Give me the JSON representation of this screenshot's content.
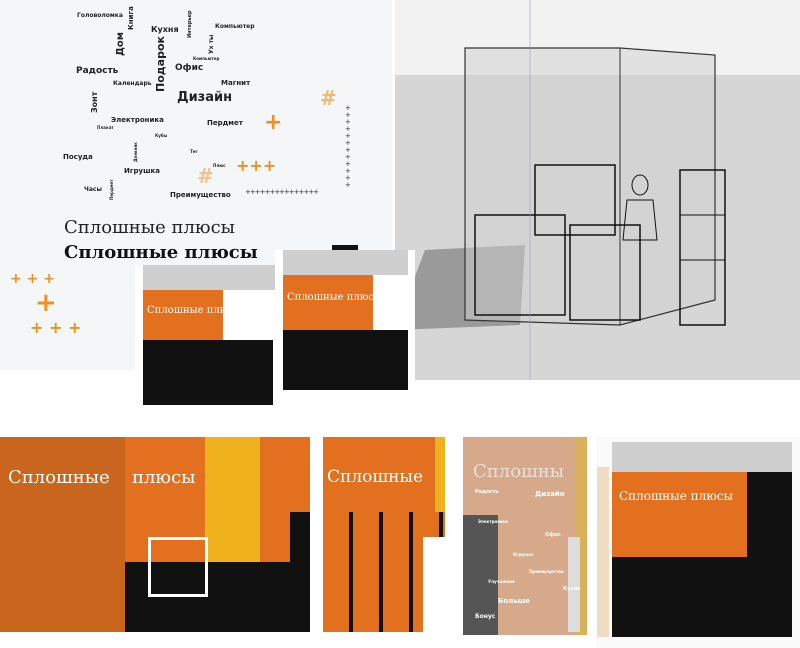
{
  "words": [
    "Головоломка",
    "Книга",
    "Кухня",
    "Интерьер",
    "Компьютер",
    "Ух ты",
    "Дом",
    "Подарок",
    "Компьютер",
    "Офис",
    "Радость",
    "Календарь",
    "Магнит",
    "Дизайн",
    "Зонт",
    "Электроника",
    "Плакат",
    "Пердмет",
    "Кубы",
    "Тег",
    "Посуда",
    "Дневник",
    "Игрушка",
    "Плюс",
    "Часы",
    "Пердмет",
    "Преимущество"
  ],
  "slogan_light": "Сплошные плюсы",
  "slogan_bold": "Сплошные плюсы",
  "booth_sign": "Сплошные плюсы",
  "board_left": {
    "word1": "Сплошные",
    "word2": "плюсы"
  },
  "board_mid": "Сплошные",
  "board_beige": {
    "title": "Сплошны",
    "words": [
      "Радость",
      "Дизайн",
      "Электроника",
      "Офис",
      "Игрушка",
      "Преимущество",
      "Улучшение",
      "Кухня",
      "Больше",
      "Бонус"
    ]
  },
  "colors": {
    "orange": "#e2701f",
    "yellow": "#f0b21c",
    "black": "#111111",
    "beige": "#d6a98a",
    "gray_bg": "#e6e6e6"
  }
}
